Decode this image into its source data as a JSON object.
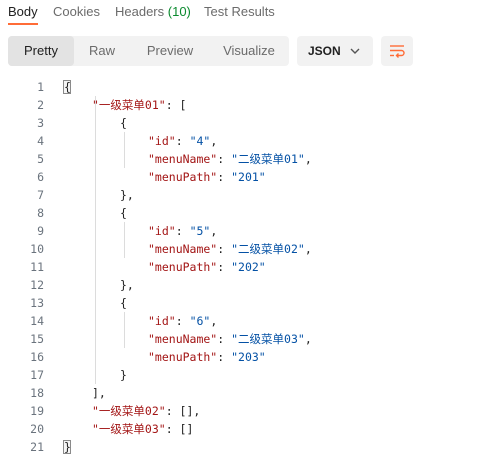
{
  "tabs": {
    "body": "Body",
    "cookies": "Cookies",
    "headers": "Headers",
    "headers_count": "(10)",
    "test_results": "Test Results"
  },
  "toolbar": {
    "pretty": "Pretty",
    "raw": "Raw",
    "preview": "Preview",
    "visualize": "Visualize",
    "format": "JSON"
  },
  "icons": {
    "format_chevron": "chevron-down-icon",
    "wrap": "wrap-lines-icon"
  },
  "colors": {
    "accent": "#ff6c37",
    "count": "#0a8a2e",
    "json_key": "#a31515",
    "json_string": "#0451a5"
  },
  "code": {
    "line_numbers": [
      "1",
      "2",
      "3",
      "4",
      "5",
      "6",
      "7",
      "8",
      "9",
      "10",
      "11",
      "12",
      "13",
      "14",
      "15",
      "16",
      "17",
      "18",
      "19",
      "20",
      "21"
    ],
    "lines": [
      {
        "tokens": [
          {
            "t": "p",
            "v": "{"
          }
        ]
      },
      {
        "tokens": [
          {
            "t": "k",
            "v": "\"一级菜单01\""
          },
          {
            "t": "p",
            "v": ": ["
          }
        ]
      },
      {
        "tokens": [
          {
            "t": "p",
            "v": "{"
          }
        ]
      },
      {
        "tokens": [
          {
            "t": "k",
            "v": "\"id\""
          },
          {
            "t": "p",
            "v": ": "
          },
          {
            "t": "s",
            "v": "\"4\""
          },
          {
            "t": "p",
            "v": ","
          }
        ]
      },
      {
        "tokens": [
          {
            "t": "k",
            "v": "\"menuName\""
          },
          {
            "t": "p",
            "v": ": "
          },
          {
            "t": "s",
            "v": "\"二级菜单01\""
          },
          {
            "t": "p",
            "v": ","
          }
        ]
      },
      {
        "tokens": [
          {
            "t": "k",
            "v": "\"menuPath\""
          },
          {
            "t": "p",
            "v": ": "
          },
          {
            "t": "s",
            "v": "\"201\""
          }
        ]
      },
      {
        "tokens": [
          {
            "t": "p",
            "v": "},"
          }
        ]
      },
      {
        "tokens": [
          {
            "t": "p",
            "v": "{"
          }
        ]
      },
      {
        "tokens": [
          {
            "t": "k",
            "v": "\"id\""
          },
          {
            "t": "p",
            "v": ": "
          },
          {
            "t": "s",
            "v": "\"5\""
          },
          {
            "t": "p",
            "v": ","
          }
        ]
      },
      {
        "tokens": [
          {
            "t": "k",
            "v": "\"menuName\""
          },
          {
            "t": "p",
            "v": ": "
          },
          {
            "t": "s",
            "v": "\"二级菜单02\""
          },
          {
            "t": "p",
            "v": ","
          }
        ]
      },
      {
        "tokens": [
          {
            "t": "k",
            "v": "\"menuPath\""
          },
          {
            "t": "p",
            "v": ": "
          },
          {
            "t": "s",
            "v": "\"202\""
          }
        ]
      },
      {
        "tokens": [
          {
            "t": "p",
            "v": "},"
          }
        ]
      },
      {
        "tokens": [
          {
            "t": "p",
            "v": "{"
          }
        ]
      },
      {
        "tokens": [
          {
            "t": "k",
            "v": "\"id\""
          },
          {
            "t": "p",
            "v": ": "
          },
          {
            "t": "s",
            "v": "\"6\""
          },
          {
            "t": "p",
            "v": ","
          }
        ]
      },
      {
        "tokens": [
          {
            "t": "k",
            "v": "\"menuName\""
          },
          {
            "t": "p",
            "v": ": "
          },
          {
            "t": "s",
            "v": "\"二级菜单03\""
          },
          {
            "t": "p",
            "v": ","
          }
        ]
      },
      {
        "tokens": [
          {
            "t": "k",
            "v": "\"menuPath\""
          },
          {
            "t": "p",
            "v": ": "
          },
          {
            "t": "s",
            "v": "\"203\""
          }
        ]
      },
      {
        "tokens": [
          {
            "t": "p",
            "v": "}"
          }
        ]
      },
      {
        "tokens": [
          {
            "t": "p",
            "v": "],"
          }
        ]
      },
      {
        "tokens": [
          {
            "t": "k",
            "v": "\"一级菜单02\""
          },
          {
            "t": "p",
            "v": ": [],"
          }
        ]
      },
      {
        "tokens": [
          {
            "t": "k",
            "v": "\"一级菜单03\""
          },
          {
            "t": "p",
            "v": ": []"
          }
        ]
      },
      {
        "tokens": [
          {
            "t": "p",
            "v": "}"
          }
        ]
      }
    ]
  }
}
